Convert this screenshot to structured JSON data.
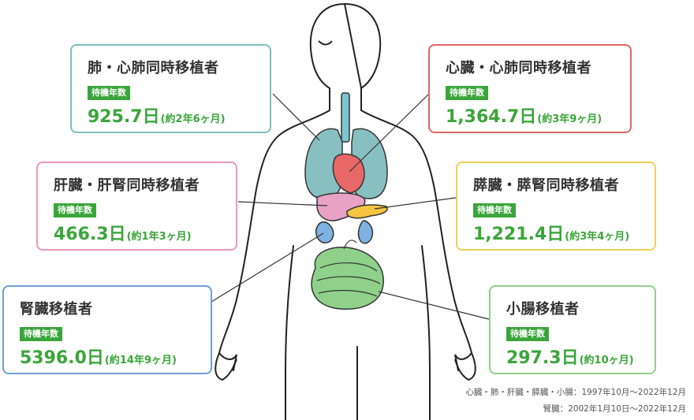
{
  "colors": {
    "lung_border": "#7bbfbf",
    "heart_border": "#e06565",
    "liver_border": "#e899bb",
    "pancreas_border": "#f2cf55",
    "kidney_border": "#6c9fd4",
    "intestine_border": "#8fcf8a",
    "accent_green": "#3aa53a",
    "lung_fill": "#88c0c2",
    "heart_fill": "#e86868",
    "liver_fill": "#e7a2c6",
    "pancreas_fill": "#f5c542",
    "kidney_fill": "#7fb2e0",
    "intestine_fill": "#8fd18a"
  },
  "badge_label": "待機年数",
  "cards": {
    "lung": {
      "title": "肺・心肺同時移植者",
      "value": "925.7日",
      "duration": "(約2年6ヶ月)"
    },
    "heart": {
      "title": "心臓・心肺同時移植者",
      "value": "1,364.7日",
      "duration": "(約3年9ヶ月)"
    },
    "liver": {
      "title": "肝臓・肝腎同時移植者",
      "value": "466.3日",
      "duration": "(約1年3ヶ月)"
    },
    "pancreas": {
      "title": "膵臓・膵腎同時移植者",
      "value": "1,221.4日",
      "duration": "(約3年4ヶ月)"
    },
    "kidney": {
      "title": "腎臓移植者",
      "value": "5396.0日",
      "duration": "(約14年9ヶ月)"
    },
    "intestine": {
      "title": "小腸移植者",
      "value": "297.3日",
      "duration": "(約10ヶ月)"
    }
  },
  "notes": {
    "line1": "心臓・肺・肝臓・膵臓・小腸：1997年10月～2022年12月",
    "line2": "腎臓：2002年1月10日～2022年12月"
  }
}
